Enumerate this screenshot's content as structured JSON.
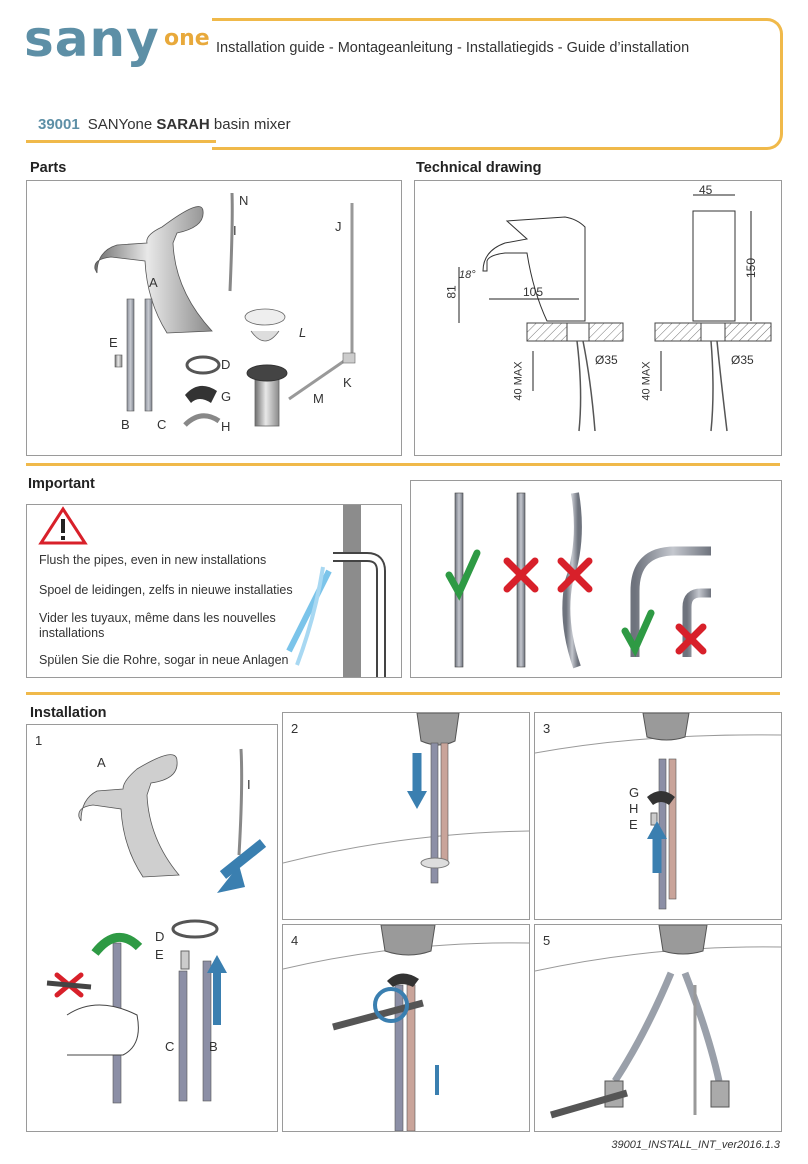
{
  "header": {
    "logo_main": "sany",
    "logo_sub": "one",
    "title": "Installation guide - Montageanleitung - Installatiegids - Guide d’installation",
    "model_number": "39001",
    "model_brand": "SANYone",
    "model_name": "SARAH",
    "model_desc": "basin mixer"
  },
  "sections": {
    "parts": "Parts",
    "technical": "Technical drawing",
    "important": "Important",
    "installation": "Installation"
  },
  "parts_labels": [
    "A",
    "B",
    "C",
    "D",
    "E",
    "G",
    "H",
    "I",
    "J",
    "K",
    "L",
    "M",
    "N"
  ],
  "technical": {
    "dims": [
      "45",
      "150",
      "105",
      "81",
      "18°",
      "40 MAX",
      "Ø35",
      "40 MAX",
      "Ø35"
    ]
  },
  "important_notes": [
    "Flush the pipes, even in new installations",
    "Spoel de leidingen, zelfs in nieuwe installaties",
    "Vider les tuyaux, même dans les nouvelles installations",
    "Spülen Sie die Rohre, sogar in neue Anlagen"
  ],
  "steps": {
    "s1": "1",
    "s2": "2",
    "s3": "3",
    "s4": "4",
    "s5": "5",
    "s1_labels": [
      "A",
      "I",
      "D",
      "E",
      "C",
      "B"
    ],
    "s3_labels": [
      "G",
      "H",
      "E"
    ]
  },
  "colors": {
    "brand_blue": "#5d8fa6",
    "accent_orange": "#f0b94a",
    "check_green": "#2e9a44",
    "cross_red": "#d8202a",
    "arrow_blue": "#3a7fb0"
  },
  "footer": "39001_INSTALL_INT_ver2016.1.3"
}
